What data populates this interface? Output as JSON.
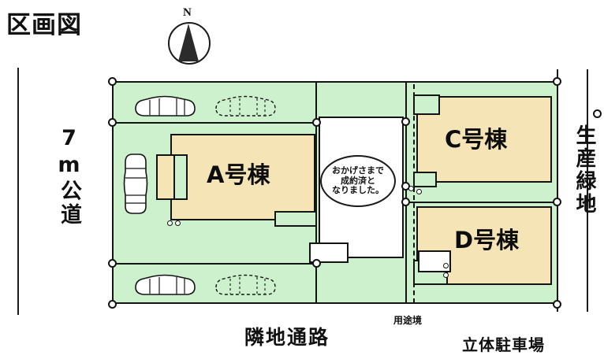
{
  "title": "区画図",
  "compass": {
    "label": "N",
    "icon": "compass-north-icon"
  },
  "labels": {
    "west_road": "7m公道",
    "east_land": "生産緑地",
    "south_passage": "隣地通路",
    "use_boundary": "用途境",
    "parking_structure": "立体駐車場"
  },
  "buildings": [
    {
      "id": "A",
      "label": "A号棟"
    },
    {
      "id": "C",
      "label": "C号棟"
    },
    {
      "id": "D",
      "label": "D号棟"
    }
  ],
  "stamp": {
    "line1": "おかげさまで",
    "line2": "成約済と",
    "line3": "なりました。"
  },
  "colors": {
    "lot_green": "#cdf0cd",
    "building_cream": "#f5e4b5",
    "ink": "#141414",
    "plot_white": "#ffffff"
  }
}
